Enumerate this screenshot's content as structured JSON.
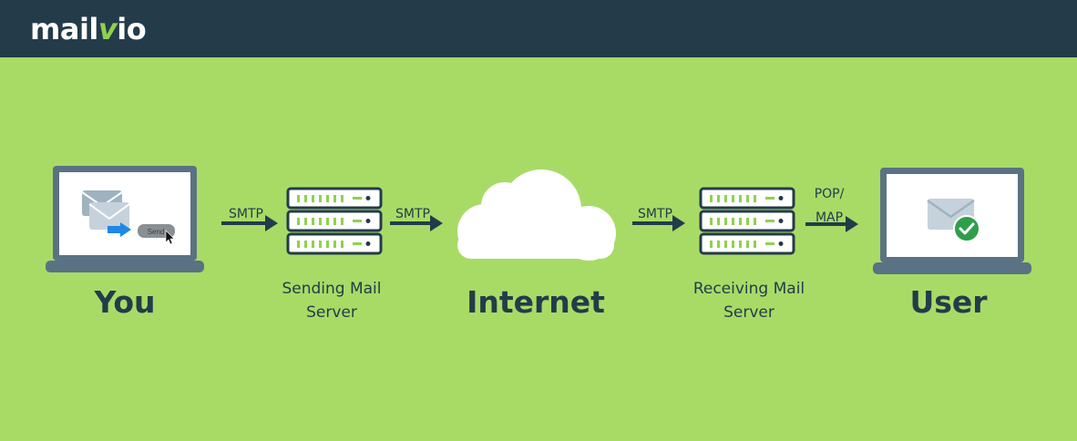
{
  "brand": {
    "logo_prefix": "mail",
    "logo_accent": "v",
    "logo_suffix": "io"
  },
  "nodes": {
    "you": "You",
    "sending_server_line1": "Sending Mail",
    "sending_server_line2": "Server",
    "internet": "Internet",
    "receiving_server_line1": "Receiving Mail",
    "receiving_server_line2": "Server",
    "user": "User"
  },
  "laptop_send_button": "Send",
  "protocols": {
    "you_to_sender": "SMTP",
    "sender_to_internet": "SMTP",
    "internet_to_receiver": "SMTP",
    "receiver_to_user_line1": "POP/",
    "receiver_to_user_line2": "MAP"
  },
  "colors": {
    "background": "#a8db66",
    "header": "#243b4a",
    "text": "#243b4a",
    "server_led": "#8fd14f",
    "check": "#2f9e4a",
    "arrow_blue": "#1e88e5"
  }
}
